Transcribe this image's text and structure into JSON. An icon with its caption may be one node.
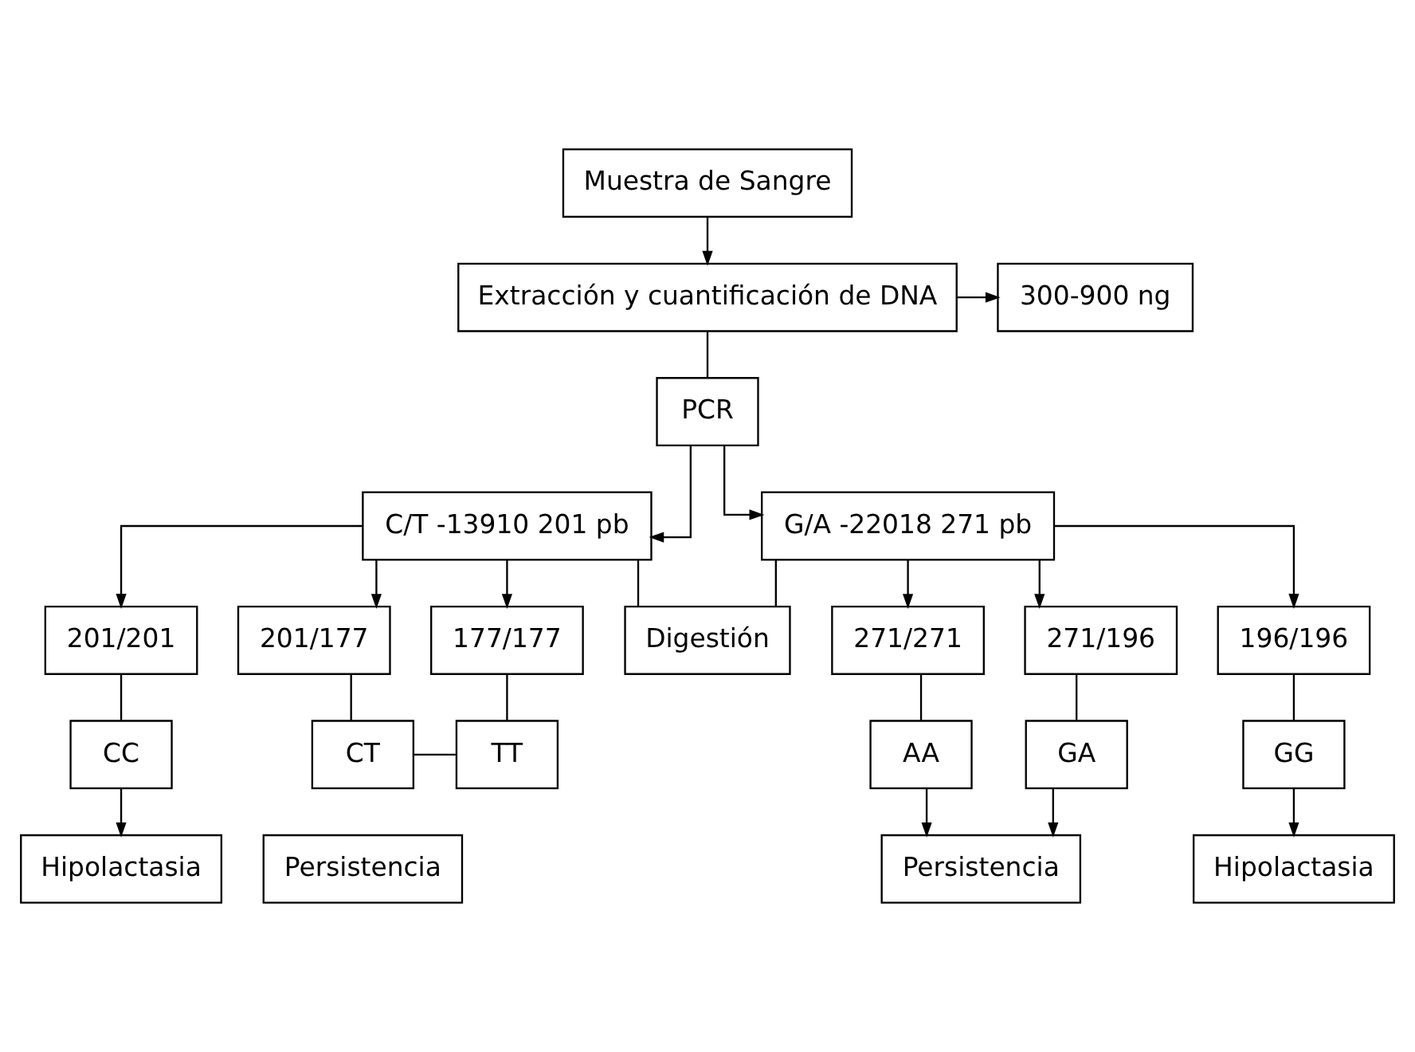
{
  "diagram": {
    "nodes": [
      {
        "text": [
          "Muestra de Sangre"
        ]
      },
      {
        "text": [
          "Extracción y cuantificación de DNA"
        ]
      },
      {
        "text": [
          "300-900 ng"
        ]
      },
      {
        "text": [
          "PCR"
        ]
      },
      {
        "text": [
          "C/T -13910 201 pb"
        ]
      },
      {
        "text": [
          "G/A -22018 271 pb"
        ]
      },
      {
        "text": [
          "Digestión"
        ]
      },
      {
        "text": [
          "201/201"
        ]
      },
      {
        "text": [
          "201/177"
        ]
      },
      {
        "text": [
          "177/177"
        ]
      },
      {
        "text": [
          "271/271"
        ]
      },
      {
        "text": [
          "271/196"
        ]
      },
      {
        "text": [
          "196/196"
        ]
      },
      {
        "text": [
          "CC"
        ]
      },
      {
        "text": [
          "CT"
        ]
      },
      {
        "text": [
          "TT"
        ]
      },
      {
        "text": [
          "AA"
        ]
      },
      {
        "text": [
          "GA"
        ]
      },
      {
        "text": [
          "GG"
        ]
      },
      {
        "text": [
          "Hipolactasia"
        ]
      },
      {
        "text": [
          "Persistencia"
        ]
      },
      {
        "text": [
          "Persistencia"
        ]
      },
      {
        "text": [
          "Hipolactasia"
        ]
      }
    ],
    "edges": [
      {
        "from": 0,
        "to": 1,
        "arrow": "to"
      },
      {
        "from": 1,
        "to": 2,
        "arrow": "to"
      },
      {
        "from": 1,
        "to": 3,
        "arrow": "none"
      },
      {
        "from": 3,
        "to": 4,
        "arrow": "to"
      },
      {
        "from": 3,
        "to": 5,
        "arrow": "to"
      },
      {
        "from": 4,
        "to": 6,
        "arrow": "none"
      },
      {
        "from": 6,
        "to": 5,
        "arrow": "none"
      },
      {
        "from": 4,
        "to": 7,
        "arrow": "to"
      },
      {
        "from": 4,
        "to": 8,
        "arrow": "to"
      },
      {
        "from": 4,
        "to": 9,
        "arrow": "to"
      },
      {
        "from": 5,
        "to": 10,
        "arrow": "to"
      },
      {
        "from": 5,
        "to": 11,
        "arrow": "to"
      },
      {
        "from": 5,
        "to": 12,
        "arrow": "to"
      },
      {
        "from": 7,
        "to": 13,
        "arrow": "none"
      },
      {
        "from": 8,
        "to": 14,
        "arrow": "none"
      },
      {
        "from": 9,
        "to": 15,
        "arrow": "none"
      },
      {
        "from": 10,
        "to": 16,
        "arrow": "none"
      },
      {
        "from": 11,
        "to": 17,
        "arrow": "none"
      },
      {
        "from": 12,
        "to": 18,
        "arrow": "none"
      },
      {
        "from": 13,
        "to": 19,
        "arrow": "to"
      },
      {
        "from": 14,
        "to": 15,
        "arrow": "none"
      },
      {
        "from": 16,
        "to": 21,
        "arrow": "to"
      },
      {
        "from": 17,
        "to": 21,
        "arrow": "to"
      },
      {
        "from": 18,
        "to": 22,
        "arrow": "to"
      }
    ]
  }
}
